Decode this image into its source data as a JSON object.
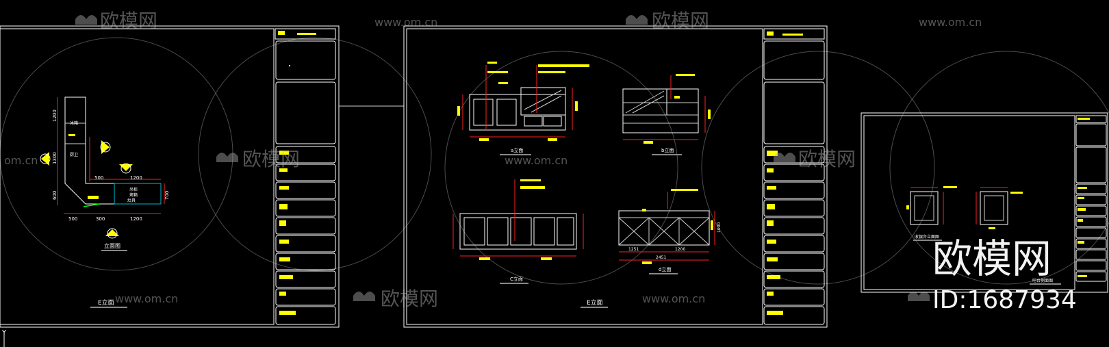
{
  "watermark": {
    "brand": "欧模网",
    "url": "www.om.cn",
    "url_short": "om.cn",
    "big_brand": "欧模网",
    "id_label": "ID:1687934"
  },
  "sheet1": {
    "labels": {
      "elevation_small": "立面图",
      "elevation_big": "E立面",
      "dim_1200a": "1200",
      "dim_1300": "1300",
      "dim_600": "600",
      "dim_500": "500",
      "dim_300": "300",
      "dim_1200b": "1200",
      "dim_700": "700",
      "item_a": "冰箱",
      "item_b": "厨卫",
      "item_c": "吊柜",
      "item_d": "烤箱",
      "item_e": "灶具"
    }
  },
  "sheet2": {
    "labels": {
      "view_a": "a立面",
      "view_b": "b立面",
      "view_c": "C立面",
      "view_d": "d立面",
      "main": "E立面",
      "dim_2451": "2451",
      "dim_1251": "1251",
      "dim_1200": "1200",
      "dim_1000": "1000"
    }
  },
  "sheet3": {
    "labels": {
      "view_left": "收银台立面图",
      "view_right": "吧台侧面图"
    }
  },
  "status": {
    "ucs": "Y"
  },
  "colors": {
    "background": "#000000",
    "linework": "#ffffff",
    "dimension": "#ff2020",
    "annotation": "#ffff00",
    "hatch": "#00bcd4",
    "green": "#00ff00"
  }
}
